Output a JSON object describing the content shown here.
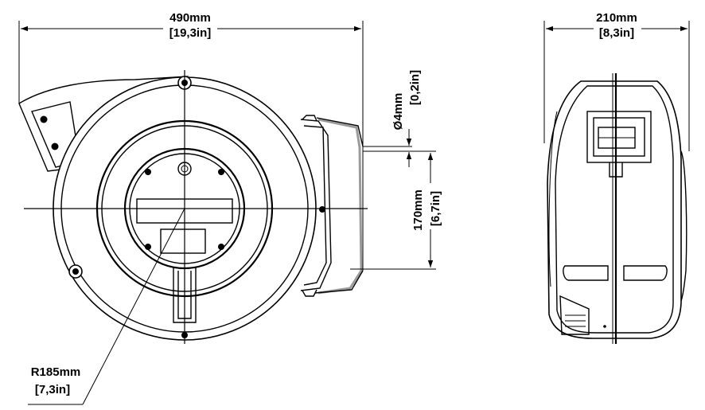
{
  "front_view": {
    "width_mm": "490mm",
    "width_in": "[19,3in]",
    "diameter_mm": "Ø4mm",
    "diameter_in": "[0,2in]",
    "height_mm": "170mm",
    "height_in": "[6,7in]",
    "radius_mm": "R185mm",
    "radius_in": "[7,3in]"
  },
  "side_view": {
    "width_mm": "210mm",
    "width_in": "[8,3in]"
  }
}
